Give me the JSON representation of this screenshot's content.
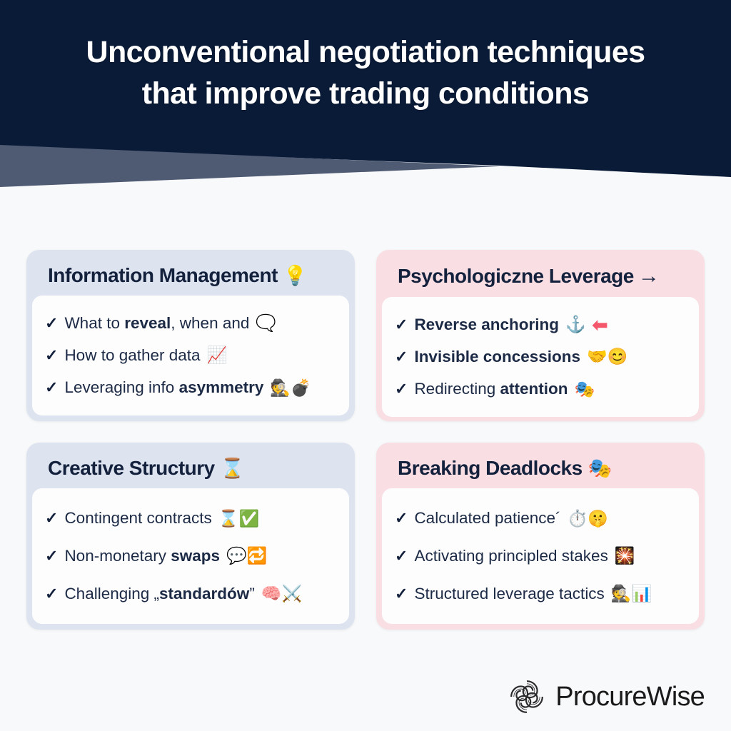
{
  "header": {
    "title_line1": "Unconventional negotiation techniques",
    "title_line2": "that improve trading conditions",
    "bg_navy": "#0A1B38",
    "bg_slate": "#4F5A73"
  },
  "page": {
    "background": "#F8F9FA"
  },
  "cards": [
    {
      "title": "Information Management",
      "title_emoji": "💡",
      "theme": "blue",
      "theme_color": "#DDE4F0",
      "items": [
        {
          "prefix": "What to ",
          "bold": "reveal",
          "suffix": ", when and",
          "emoji": "🗨️",
          "bold_all": false
        },
        {
          "prefix": "How to gather data",
          "bold": "",
          "suffix": "",
          "emoji": "📈",
          "bold_all": false
        },
        {
          "prefix": "Leveraging info ",
          "bold": "asymmetry",
          "suffix": "",
          "emoji": "🕵️💣",
          "bold_all": false
        }
      ]
    },
    {
      "title": "Psychologiczne Leverage",
      "title_emoji": "→",
      "theme": "pink",
      "theme_color": "#F9DFE4",
      "items": [
        {
          "prefix": "Reverse anchoring",
          "bold": "",
          "suffix": "",
          "emoji": "⚓",
          "trailing_arrow": "⬅",
          "bold_all": true
        },
        {
          "prefix": "Invisible concessions",
          "bold": "",
          "suffix": "",
          "emoji": "🤝😊",
          "bold_all": true
        },
        {
          "prefix": "Redirecting ",
          "bold": "attention",
          "suffix": "",
          "emoji": "🎭",
          "bold_all": false
        }
      ]
    },
    {
      "title": "Creative Structury",
      "title_emoji": "⌛",
      "theme": "blue",
      "theme_color": "#DDE4F0",
      "items": [
        {
          "prefix": "Contingent contracts",
          "bold": "",
          "suffix": "",
          "emoji": "⌛✅",
          "bold_all": false
        },
        {
          "prefix": "Non-monetary ",
          "bold": "swaps",
          "suffix": "",
          "emoji": "💬🔁",
          "bold_all": false
        },
        {
          "prefix": "Challenging „",
          "bold": "standardów",
          "suffix": "”",
          "emoji": "🧠⚔️",
          "bold_all": false
        }
      ]
    },
    {
      "title": "Breaking Deadlocks",
      "title_emoji": "🎭",
      "theme": "pink",
      "theme_color": "#F9DFE4",
      "items": [
        {
          "prefix": "Calculated patience´",
          "bold": "",
          "suffix": "",
          "emoji": "⏱️🤫",
          "bold_all": false
        },
        {
          "prefix": "Activating principled stakes",
          "bold": "",
          "suffix": "",
          "emoji": "🎇",
          "bold_all": false
        },
        {
          "prefix": "Structured leverage tactics",
          "bold": "",
          "suffix": "",
          "emoji": "🕵️📊",
          "bold_all": false
        }
      ]
    }
  ],
  "logo": {
    "name": "ProcureWise",
    "mark": "celtic-knot-icon",
    "color": "#1A1A1A"
  }
}
